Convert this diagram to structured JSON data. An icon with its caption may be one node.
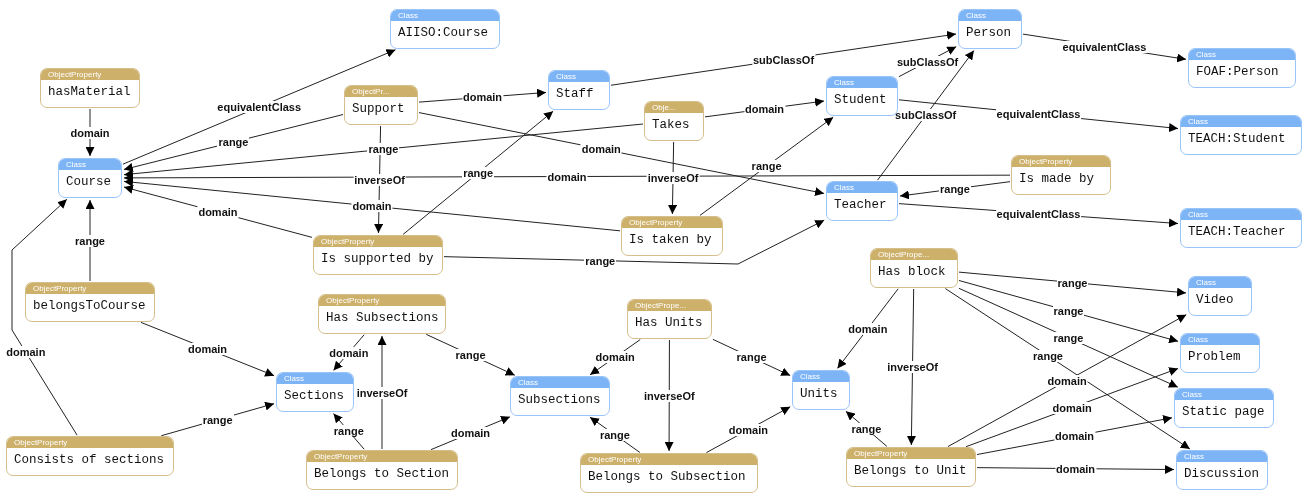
{
  "diagram": {
    "nodes": [
      {
        "text": [
          "Class",
          "AIISO:Course"
        ]
      },
      {
        "text": [
          "Class",
          "Person"
        ]
      },
      {
        "text": [
          "ObjectProperty",
          "hasMaterial"
        ]
      },
      {
        "text": [
          "ObjectPr...",
          "Support"
        ]
      },
      {
        "text": [
          "Class",
          "Staff"
        ]
      },
      {
        "text": [
          "Class",
          "Student"
        ]
      },
      {
        "text": [
          "Class",
          "FOAF:Person"
        ]
      },
      {
        "text": [
          "Obje...",
          "Takes"
        ]
      },
      {
        "text": [
          "Class",
          "Course"
        ]
      },
      {
        "text": [
          "Class",
          "TEACH:Student"
        ]
      },
      {
        "text": [
          "ObjectProperty",
          "Is made by"
        ]
      },
      {
        "text": [
          "Class",
          "Teacher"
        ]
      },
      {
        "text": [
          "ObjectProperty",
          "Is supported by"
        ]
      },
      {
        "text": [
          "ObjectProperty",
          "Is taken by"
        ]
      },
      {
        "text": [
          "Class",
          "TEACH:Teacher"
        ]
      },
      {
        "text": [
          "ObjectPrope...",
          "Has block"
        ]
      },
      {
        "text": [
          "ObjectProperty",
          "belongsToCourse"
        ]
      },
      {
        "text": [
          "ObjectProperty",
          "Has Subsections"
        ]
      },
      {
        "text": [
          "ObjectPrope...",
          "Has Units"
        ]
      },
      {
        "text": [
          "Class",
          "Video"
        ]
      },
      {
        "text": [
          "Class",
          "Sections"
        ]
      },
      {
        "text": [
          "Class",
          "Subsections"
        ]
      },
      {
        "text": [
          "Class",
          "Units"
        ]
      },
      {
        "text": [
          "Class",
          "Problem"
        ]
      },
      {
        "text": [
          "Class",
          "Static page"
        ]
      },
      {
        "text": [
          "ObjectProperty",
          "Consists of sections"
        ]
      },
      {
        "text": [
          "ObjectProperty",
          "Belongs to Section"
        ]
      },
      {
        "text": [
          "ObjectProperty",
          "Belongs to Subsection"
        ]
      },
      {
        "text": [
          "ObjectProperty",
          "Belongs to Unit"
        ]
      },
      {
        "text": [
          "Class",
          "Discussion"
        ]
      }
    ],
    "edges": [
      {
        "from": 2,
        "to": 8,
        "arrow": "to",
        "label": "domain"
      },
      {
        "from": 8,
        "to": 0,
        "arrow": "to",
        "label": "equivalentClass"
      },
      {
        "from": 3,
        "to": 8,
        "arrow": "to",
        "label": "range"
      },
      {
        "from": 3,
        "to": 4,
        "arrow": "to",
        "label": "domain"
      },
      {
        "from": 3,
        "to": 12,
        "arrow": "to",
        "label": "inverseOf"
      },
      {
        "from": 3,
        "to": 11,
        "arrow": "to",
        "label": "domain"
      },
      {
        "from": 7,
        "to": 8,
        "arrow": "to",
        "label": "range"
      },
      {
        "from": 7,
        "to": 5,
        "arrow": "to",
        "label": "domain"
      },
      {
        "from": 7,
        "to": 13,
        "arrow": "to",
        "label": "inverseOf"
      },
      {
        "from": 10,
        "to": 8,
        "arrow": "to",
        "label": "domain"
      },
      {
        "from": 10,
        "to": 11,
        "arrow": "to",
        "label": "range"
      },
      {
        "from": 13,
        "to": 8,
        "arrow": "to",
        "label": "domain"
      },
      {
        "from": 13,
        "to": 5,
        "arrow": "to",
        "label": "range"
      },
      {
        "from": 12,
        "to": 8,
        "arrow": "to",
        "label": "domain"
      },
      {
        "from": 12,
        "to": 4,
        "arrow": "to",
        "label": "range"
      },
      {
        "from": 12,
        "to": 11,
        "arrow": "to",
        "label": "range"
      },
      {
        "from": 4,
        "to": 1,
        "arrow": "to",
        "label": "subClassOf"
      },
      {
        "from": 5,
        "to": 1,
        "arrow": "to",
        "label": "subClassOf"
      },
      {
        "from": 11,
        "to": 1,
        "arrow": "to",
        "label": "subClassOf"
      },
      {
        "from": 1,
        "to": 6,
        "arrow": "to",
        "label": "equivalentClass"
      },
      {
        "from": 5,
        "to": 9,
        "arrow": "to",
        "label": "equivalentClass"
      },
      {
        "from": 11,
        "to": 14,
        "arrow": "to",
        "label": "equivalentClass"
      },
      {
        "from": 16,
        "to": 8,
        "arrow": "to",
        "label": "range"
      },
      {
        "from": 25,
        "to": 8,
        "arrow": "to",
        "label": "domain"
      },
      {
        "from": 16,
        "to": 20,
        "arrow": "to",
        "label": "domain"
      },
      {
        "from": 25,
        "to": 20,
        "arrow": "to",
        "label": "range"
      },
      {
        "from": 17,
        "to": 20,
        "arrow": "to",
        "label": "domain"
      },
      {
        "from": 17,
        "to": 21,
        "arrow": "to",
        "label": "range"
      },
      {
        "from": 26,
        "to": 17,
        "arrow": "to",
        "label": "inverseOf"
      },
      {
        "from": 26,
        "to": 20,
        "arrow": "to",
        "label": "range"
      },
      {
        "from": 26,
        "to": 21,
        "arrow": "to",
        "label": "domain"
      },
      {
        "from": 18,
        "to": 21,
        "arrow": "to",
        "label": "domain"
      },
      {
        "from": 18,
        "to": 22,
        "arrow": "to",
        "label": "range"
      },
      {
        "from": 18,
        "to": 27,
        "arrow": "to",
        "label": "inverseOf"
      },
      {
        "from": 27,
        "to": 21,
        "arrow": "to",
        "label": "range"
      },
      {
        "from": 27,
        "to": 22,
        "arrow": "to",
        "label": "domain"
      },
      {
        "from": 15,
        "to": 22,
        "arrow": "to",
        "label": "domain"
      },
      {
        "from": 15,
        "to": 28,
        "arrow": "to",
        "label": "inverseOf"
      },
      {
        "from": 15,
        "to": 19,
        "arrow": "to",
        "label": "range"
      },
      {
        "from": 15,
        "to": 23,
        "arrow": "to",
        "label": "range"
      },
      {
        "from": 15,
        "to": 24,
        "arrow": "to",
        "label": "range"
      },
      {
        "from": 15,
        "to": 29,
        "arrow": "to",
        "label": "range"
      },
      {
        "from": 28,
        "to": 22,
        "arrow": "to",
        "label": "range"
      },
      {
        "from": 28,
        "to": 19,
        "arrow": "to",
        "label": "domain"
      },
      {
        "from": 28,
        "to": 23,
        "arrow": "to",
        "label": "domain"
      },
      {
        "from": 28,
        "to": 24,
        "arrow": "to",
        "label": "domain"
      },
      {
        "from": 28,
        "to": 29,
        "arrow": "to",
        "label": "domain"
      }
    ]
  }
}
